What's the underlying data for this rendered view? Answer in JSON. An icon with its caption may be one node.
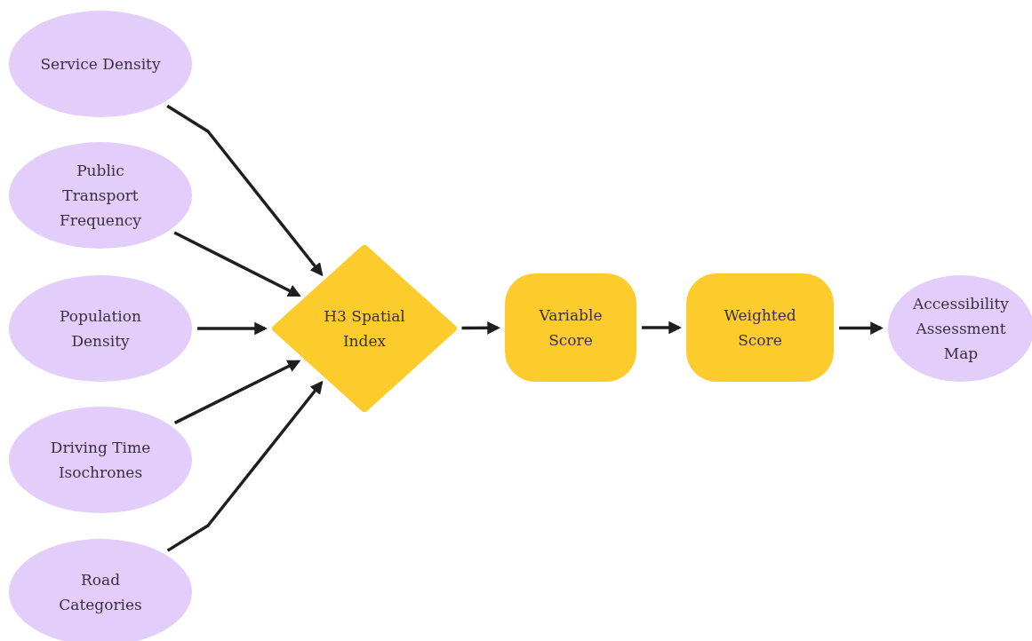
{
  "diagram": {
    "nodes": [
      {
        "text": [
          "Service Density"
        ]
      },
      {
        "text": [
          "Public Transport Frequency"
        ]
      },
      {
        "text": [
          "Population Density"
        ]
      },
      {
        "text": [
          "Driving Time Isochrones"
        ]
      },
      {
        "text": [
          "Road Categories"
        ]
      },
      {
        "text": [
          "H3 Spatial Index"
        ]
      },
      {
        "text": [
          "Variable Score"
        ]
      },
      {
        "text": [
          "Weighted Score"
        ]
      },
      {
        "text": [
          "Accessibility Assessment Map"
        ]
      }
    ],
    "edges": [
      {
        "from": 0,
        "to": 5,
        "arrow": "to"
      },
      {
        "from": 1,
        "to": 5,
        "arrow": "to"
      },
      {
        "from": 2,
        "to": 5,
        "arrow": "to"
      },
      {
        "from": 3,
        "to": 5,
        "arrow": "to"
      },
      {
        "from": 4,
        "to": 5,
        "arrow": "to"
      },
      {
        "from": 5,
        "to": 6,
        "arrow": "to"
      },
      {
        "from": 6,
        "to": 7,
        "arrow": "to"
      },
      {
        "from": 7,
        "to": 8,
        "arrow": "to"
      }
    ]
  }
}
